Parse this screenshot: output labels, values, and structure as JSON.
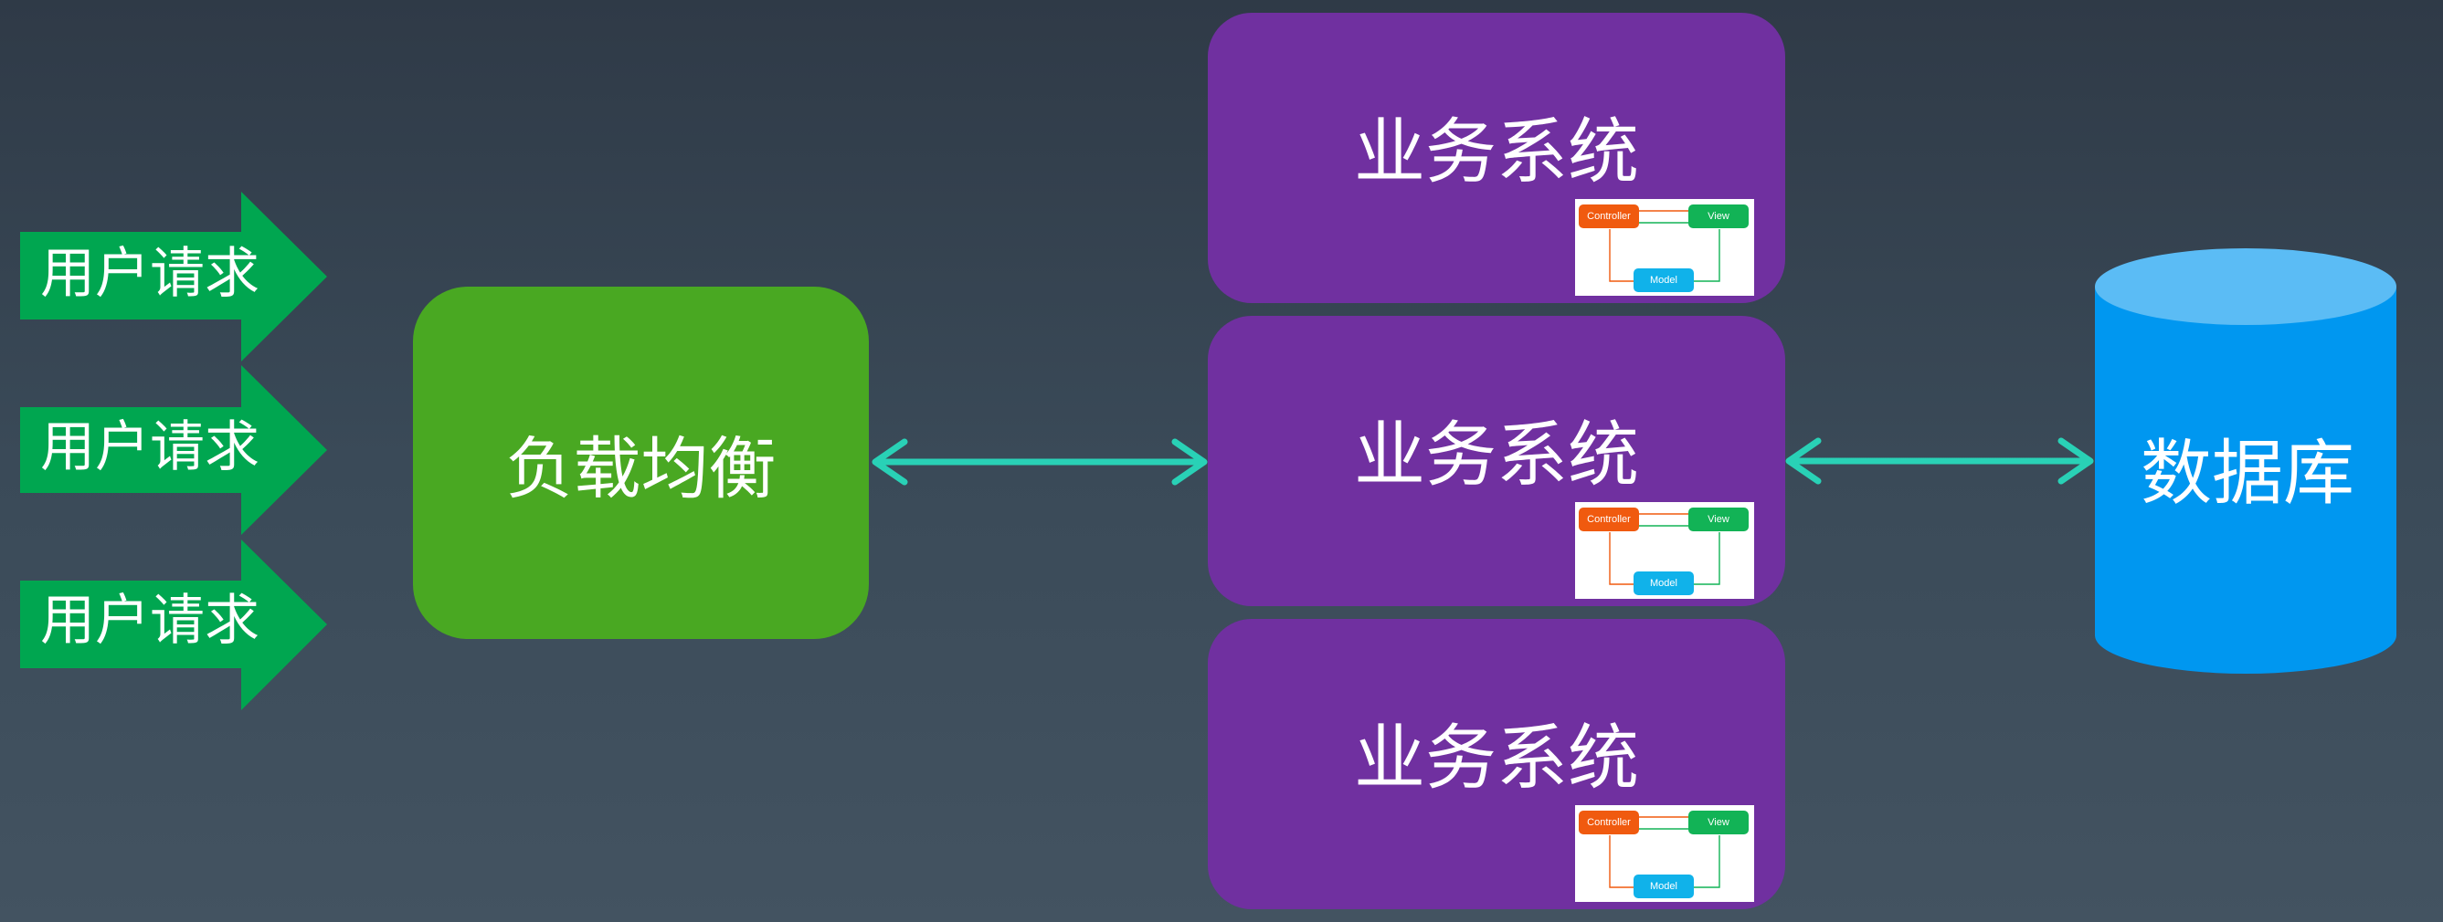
{
  "requests": [
    {
      "label": "用户请求"
    },
    {
      "label": "用户请求"
    },
    {
      "label": "用户请求"
    }
  ],
  "load_balancer": {
    "label": "负载均衡"
  },
  "business_systems": [
    {
      "label": "业务系统",
      "mvc": {
        "controller": "Controller",
        "view": "View",
        "model": "Model"
      }
    },
    {
      "label": "业务系统",
      "mvc": {
        "controller": "Controller",
        "view": "View",
        "model": "Model"
      }
    },
    {
      "label": "业务系统",
      "mvc": {
        "controller": "Controller",
        "view": "View",
        "model": "Model"
      }
    }
  ],
  "database": {
    "label": "数据库"
  },
  "colors": {
    "request_arrow": "#00a650",
    "load_balancer": "#49a822",
    "business_system": "#7030a0",
    "database": "#0097f0",
    "database_top": "#5bbcf5",
    "connector": "#29d1b6",
    "mvc_controller": "#f05a0f",
    "mvc_view": "#12b356",
    "mvc_model": "#10b2ea"
  }
}
